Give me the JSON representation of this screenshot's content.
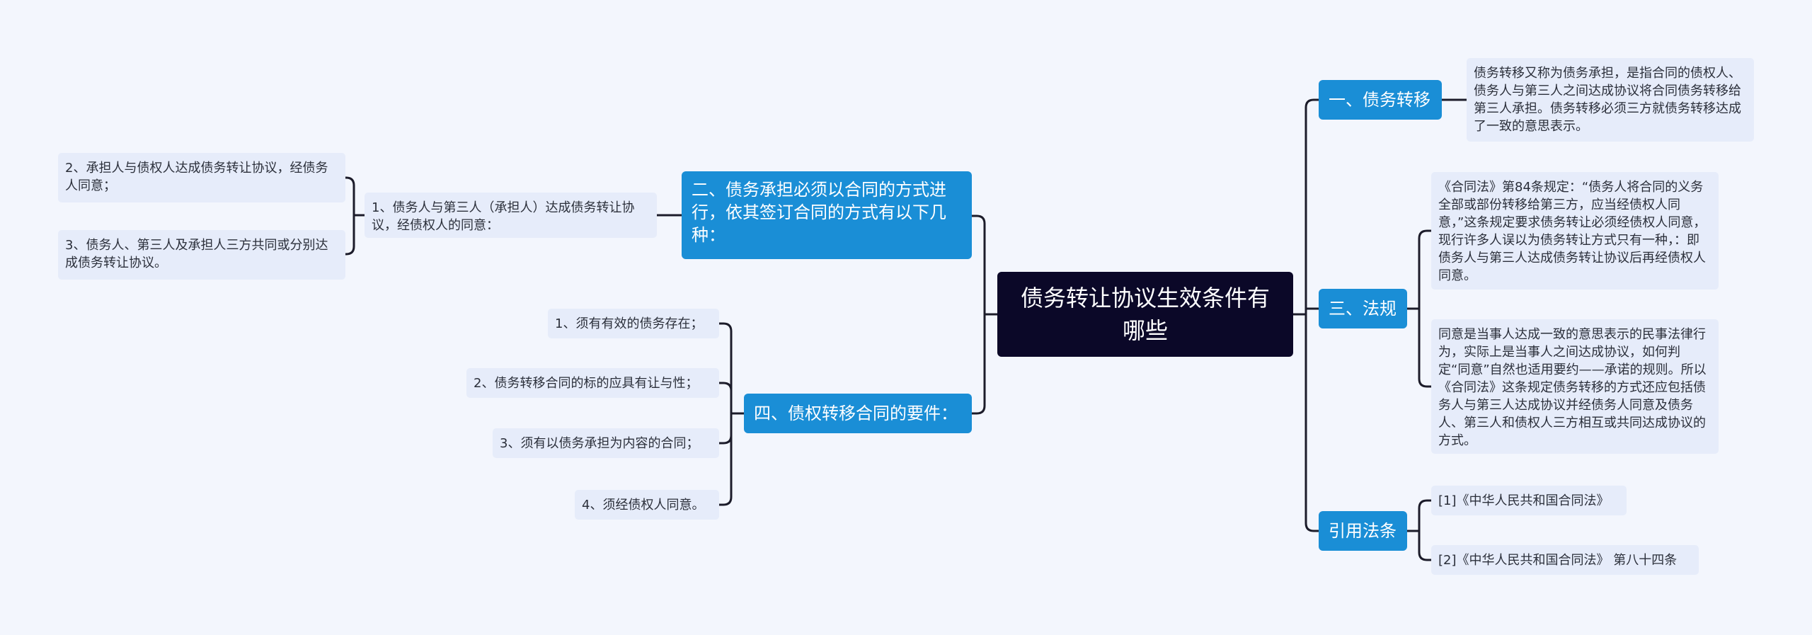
{
  "root": {
    "title": "债务转让协议生效条件有哪些"
  },
  "branches": {
    "b1": {
      "label": "一、债务转移",
      "children": [
        "债务转移又称为债务承担，是指合同的债权人、债务人与第三人之间达成协议将合同债务转移给第三人承担。债务转移必须三方就债务转移达成了一致的意思表示。"
      ]
    },
    "b2": {
      "label": "二、债务承担必须以合同的方式进行，依其签订合同的方式有以下几种：",
      "sub": {
        "label": "1、债务人与第三人（承担人）达成债务转让协议，经债权人的同意：",
        "children": [
          "2、承担人与债权人达成债务转让协议，经债务人同意；",
          "3、债务人、第三人及承担人三方共同或分别达成债务转让协议。"
        ]
      }
    },
    "b3": {
      "label": "三、法规",
      "children": [
        "《合同法》第84条规定：“债务人将合同的义务全部或部份转移给第三方，应当经债权人同意，”这条规定要求债务转让必须经债权人同意，现行许多人误以为债务转让方式只有一种，：即债务人与第三人达成债务转让协议后再经债权人同意。",
        "同意是当事人达成一致的意思表示的民事法律行为，实际上是当事人之间达成协议，如何判定“同意”自然也适用要约——承诺的规则。所以《合同法》这条规定债务转移的方式还应包括债务人与第三人达成协议并经债务人同意及债务人、第三人和债权人三方相互或共同达成协议的方式。"
      ]
    },
    "b4": {
      "label": "四、债权转移合同的要件：",
      "children": [
        "1、须有有效的债务存在；",
        "2、债务转移合同的标的应具有让与性；",
        "3、须有以债务承担为内容的合同；",
        "4、须经债权人同意。"
      ]
    },
    "b5": {
      "label": "引用法条",
      "children": [
        "[1]《中华人民共和国合同法》",
        "[2]《中华人民共和国合同法》 第八十四条"
      ]
    }
  },
  "colors": {
    "background": "#f3f6fd",
    "root_fill": "#0b0828",
    "branch_fill": "#1a8ed6",
    "leaf_fill": "#e6ecfa",
    "connector": "#1c1c2a"
  }
}
